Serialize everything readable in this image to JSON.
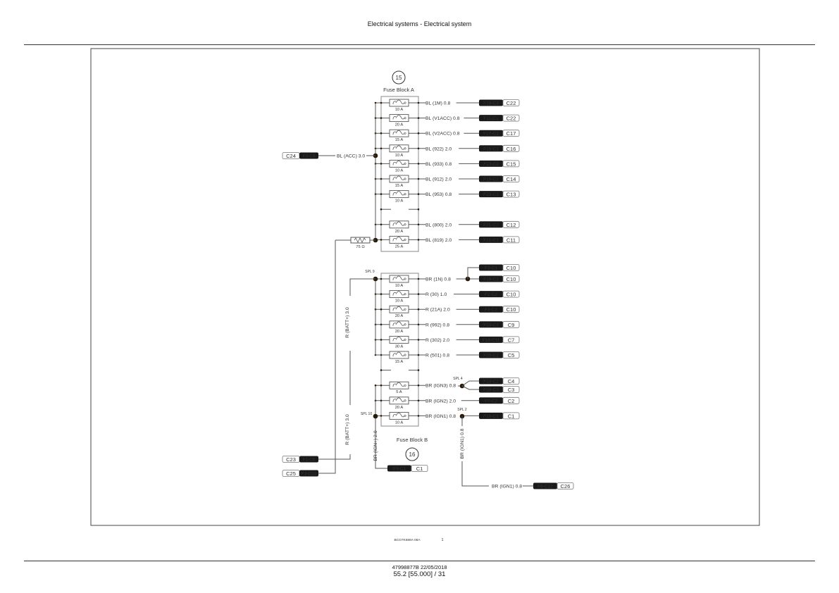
{
  "header": {
    "title": "Electrical systems - Electrical system"
  },
  "footer": {
    "doc": "47998877B 22/05/2018",
    "page": "55.2 [55.000] / 31"
  },
  "figure": {
    "image_id": "BCO7K689A 08A",
    "number": "1"
  },
  "block_a": {
    "number": "15",
    "title": "Fuse Block A",
    "rows": [
      {
        "label": "BL (1M) 0.8",
        "amp": "10 A",
        "conn": "F28-C3",
        "pin": "C22"
      },
      {
        "label": "BL (V1ACC) 0.8",
        "amp": "20 A",
        "conn": "F11-C1",
        "pin": "C22"
      },
      {
        "label": "BL (V2ACC) 0.8",
        "amp": "15 A",
        "conn": "F27-C1",
        "pin": "C17"
      },
      {
        "label": "BL (922) 2.0",
        "amp": "10 A",
        "conn": "F16-C1",
        "pin": "C16"
      },
      {
        "label": "BL (933) 0.8",
        "amp": "10 A",
        "conn": "F23-C2",
        "pin": "C15"
      },
      {
        "label": "BL (912) 2.0",
        "amp": "15 A",
        "conn": "F16-C2",
        "pin": "C14"
      },
      {
        "label": "BL (953) 0.8",
        "amp": "10 A",
        "conn": "F23-C1",
        "pin": "C13"
      },
      null,
      {
        "label": "BL (800) 2.0",
        "amp": "20 A",
        "conn": "F21-C2",
        "pin": "C12"
      },
      {
        "label": "BL (819) 2.0",
        "amp": "25 A",
        "conn": "F21-C1",
        "pin": "C11"
      }
    ],
    "feed": {
      "label": "BL (ACC) 3.0",
      "conn": "F3-C9",
      "pin": "C24"
    },
    "resistor": "75 Ω"
  },
  "block_b": {
    "number": "16",
    "title": "Fuse Block B",
    "rows": [
      {
        "label": "BR (1N) 0.8",
        "amp": "10 A",
        "conn": "F28-C1",
        "pin": "C10"
      },
      {
        "label": "R (30) 1.0",
        "amp": "10 A",
        "conn": "F2-C2",
        "pin": "C10"
      },
      {
        "label": "R (21A) 2.0",
        "amp": "20 A",
        "conn": "F3-C2",
        "pin": "C10"
      },
      {
        "label": "R (992) 0.8",
        "amp": "20 A",
        "conn": "F14-C3",
        "pin": "C9"
      },
      {
        "label": "R (302) 2.0",
        "amp": "30 A",
        "conn": "F18-C11",
        "pin": "C7"
      },
      {
        "label": "R (501) 0.8",
        "amp": "15 A",
        "conn": "F20-C2",
        "pin": "C5"
      },
      null,
      {
        "label": "BR (IGN3) 0.8",
        "amp": "5 A",
        "conn": null,
        "pin": null
      },
      {
        "label": "BR (IGN2) 2.0",
        "amp": "20 A",
        "conn": "F7-C2",
        "pin": "C2"
      },
      {
        "label": "BR (IGN1) 0.8",
        "amp": "10 A",
        "conn": "F10-C1",
        "pin": "C1"
      }
    ],
    "extra_1n": {
      "conn": "F3-C1",
      "pin": "C10"
    },
    "spl4": {
      "label": "SPL 4",
      "a": {
        "conn": "F14-C2",
        "pin": "C4"
      },
      "b": {
        "conn": "F18-C3",
        "pin": "C3"
      }
    },
    "spl9": "SPL 9",
    "spl10": "SPL 10",
    "spl2": "SPL 2",
    "batt_label": "R (BATT+) 3.0",
    "batt_conn": {
      "conn": "F1-C6",
      "pin": "C23"
    },
    "res_conn": {
      "conn": "F3-C10",
      "pin": "C25"
    },
    "ign_plus": {
      "label": "BR (IGN+) 2.0",
      "conn": "F3-C1",
      "pin": "C1"
    },
    "ign1_vert": "BR (IGN1) 0.8",
    "ign1_end": {
      "label": "BR (IGN1) 0.8",
      "conn": "F6-C12",
      "pin": "C26"
    }
  }
}
